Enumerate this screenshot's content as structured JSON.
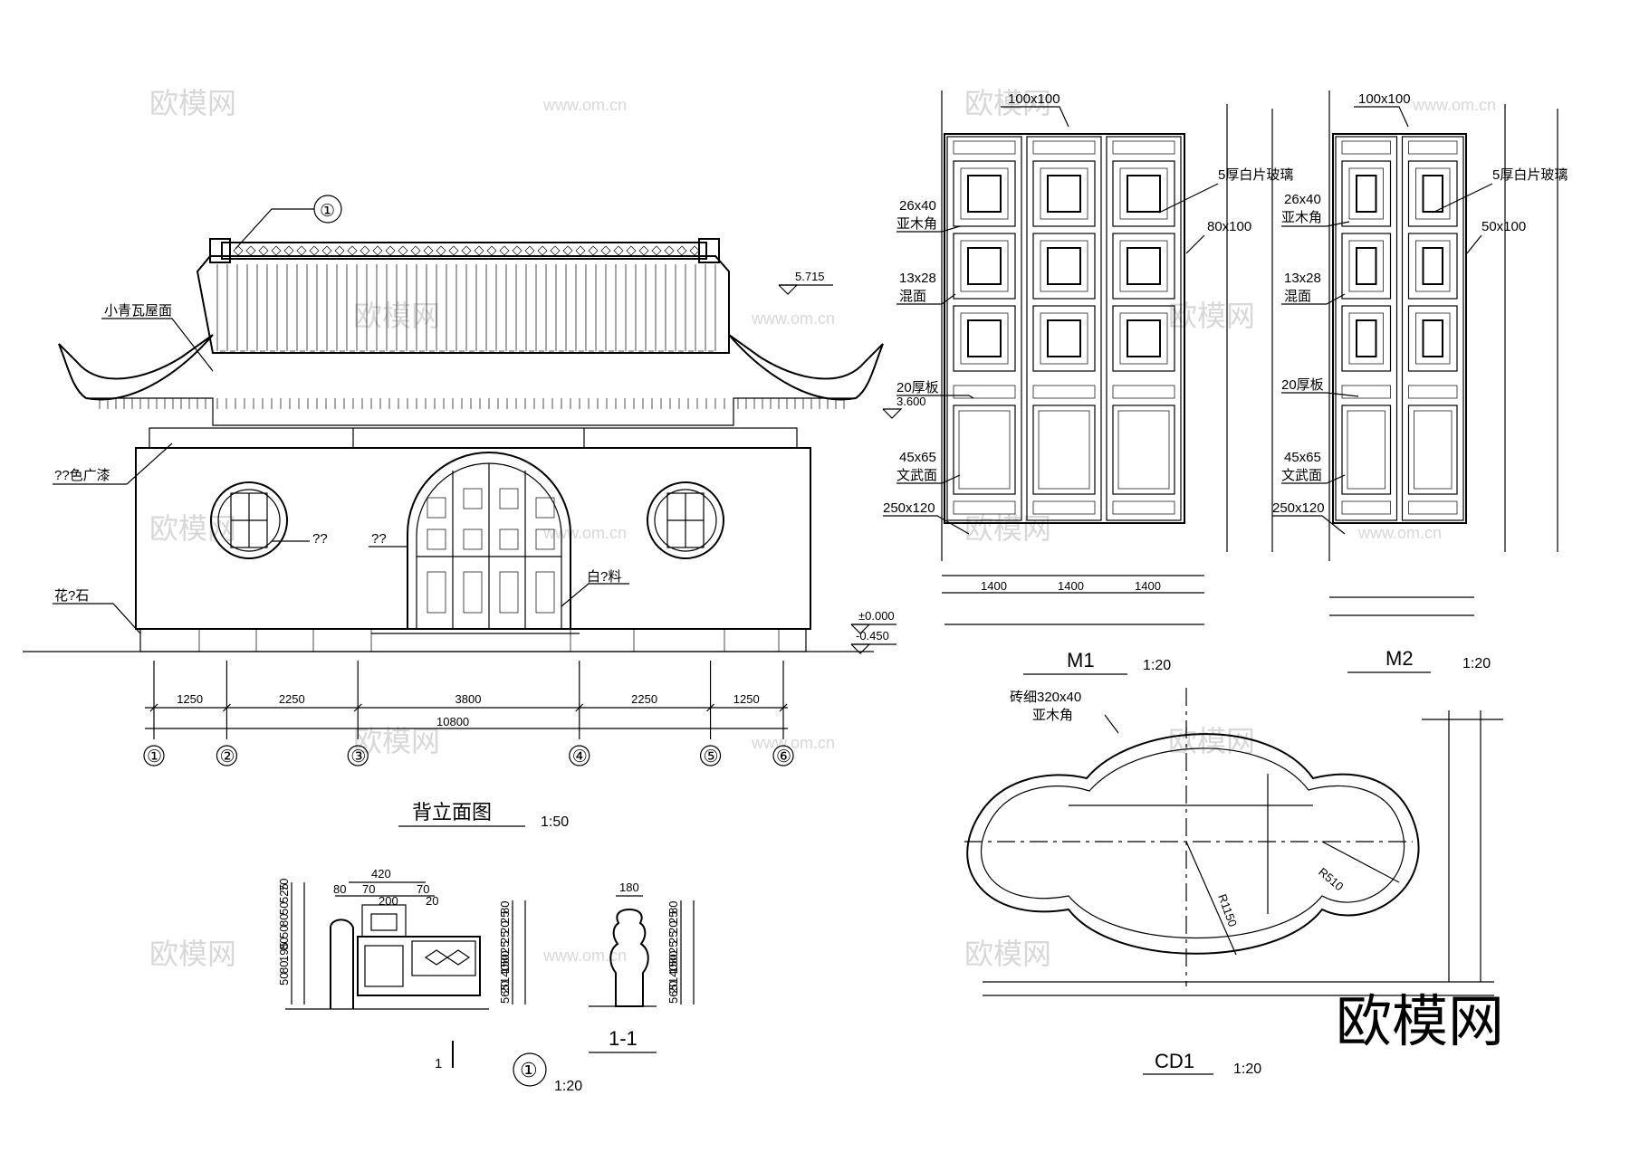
{
  "watermark": {
    "brand": "欧模网",
    "url": "www.om.cn"
  },
  "elevation": {
    "title": "背立面图",
    "scale": "1:50",
    "callout": "①",
    "labels": {
      "roof": "小青瓦屋面",
      "paint": "??色广漆",
      "window": "??",
      "door": "??",
      "material": "白?料",
      "base": "花?石"
    },
    "levels": {
      "ridge": "5.715",
      "eave": "3.600",
      "floor": "±0.000",
      "ground": "-0.450"
    },
    "dims": [
      "1250",
      "2250",
      "3800",
      "2250",
      "1250"
    ],
    "total": "10800",
    "axes": [
      "①",
      "②",
      "③",
      "④",
      "⑤",
      "⑥"
    ]
  },
  "m1": {
    "title": "M1",
    "scale": "1:20",
    "labels": [
      "100x100",
      "5厚白片玻璃",
      "26x40",
      "亚木角",
      "80x100",
      "13x28",
      "混面",
      "20厚板",
      "45x65",
      "文武面",
      "250x120"
    ],
    "dims": [
      "1400",
      "1400",
      "1400"
    ]
  },
  "m2": {
    "title": "M2",
    "scale": "1:20",
    "labels": [
      "100x100",
      "5厚白片玻璃",
      "26x40",
      "亚木角",
      "50x100",
      "13x28",
      "混面",
      "20厚板",
      "45x65",
      "文武面",
      "250x120"
    ]
  },
  "cd1": {
    "title": "CD1",
    "scale": "1:20",
    "labels": [
      "砖细320x40",
      "亚木角"
    ],
    "radii": [
      "R510",
      "R1150"
    ]
  },
  "detail1": {
    "callout": "①",
    "scale": "1:20",
    "marker": "1",
    "dims_top": [
      "420",
      "80",
      "70",
      "70",
      "200",
      "20"
    ],
    "dims_left": [
      "70",
      "525",
      "50",
      "80",
      "50",
      "80",
      "195",
      "80",
      "50"
    ],
    "dims_right": [
      "80",
      "25",
      "20",
      "25",
      "25",
      "80",
      "150",
      "140",
      "20",
      "565"
    ]
  },
  "section11": {
    "title": "1-1",
    "width": "180",
    "dims_right": [
      "80",
      "25",
      "20",
      "25",
      "25",
      "80",
      "150",
      "140",
      "20",
      "565"
    ]
  }
}
